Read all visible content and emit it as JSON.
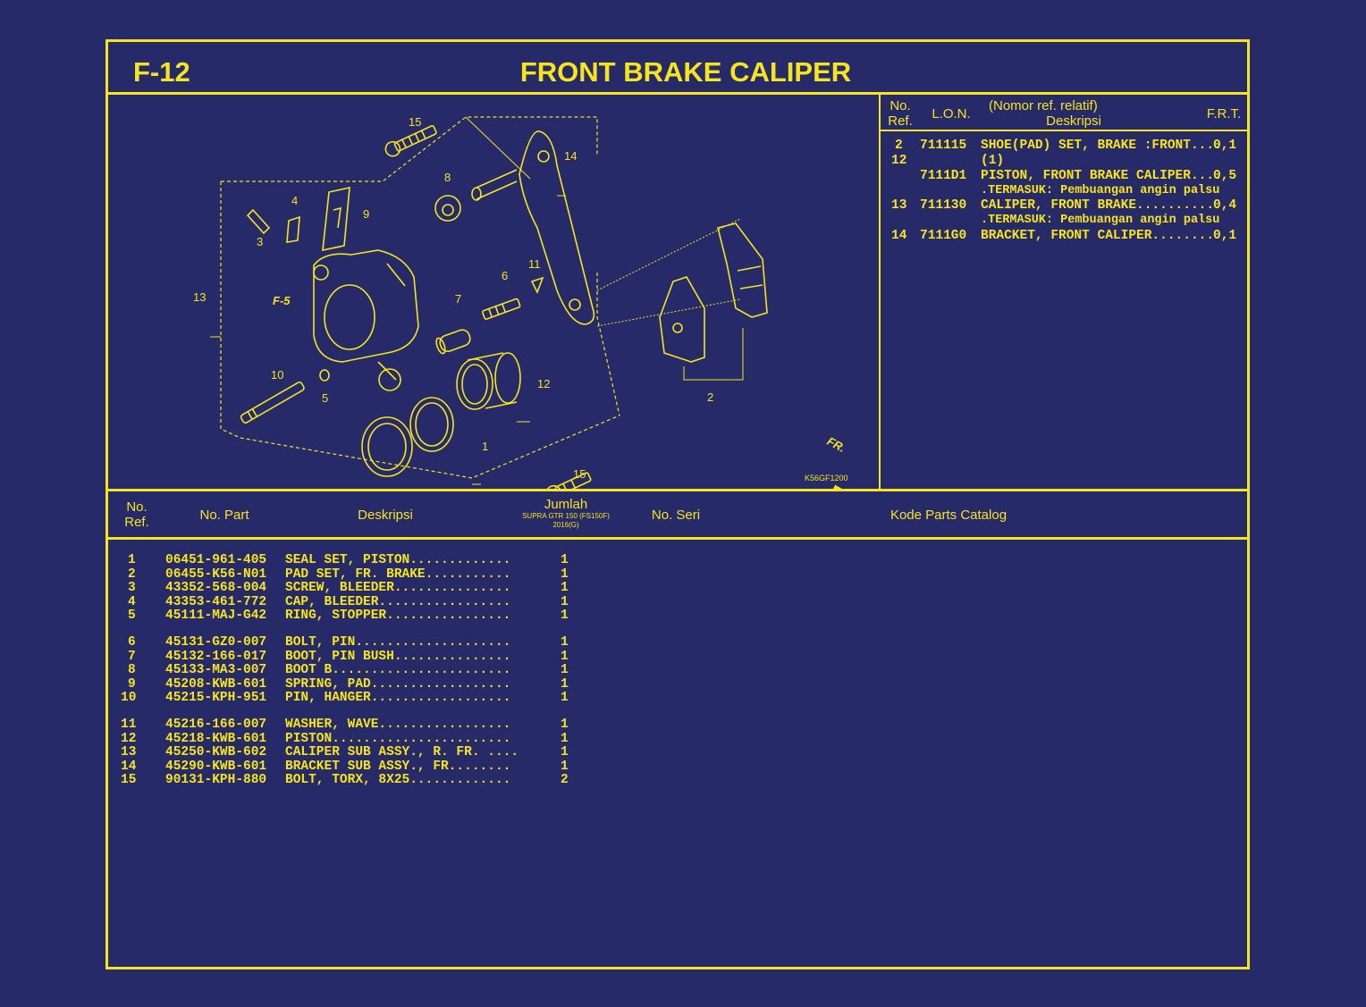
{
  "header": {
    "code": "F-12",
    "title": "FRONT BRAKE CALIPER"
  },
  "frt_table": {
    "headers": {
      "no_ref_line1": "No.",
      "no_ref_line2": "Ref.",
      "lon": "L.O.N.",
      "desc_line1": "(Nomor ref. relatif)",
      "desc_line2": "Deskripsi",
      "frt": "F.R.T."
    },
    "rows": [
      {
        "ref": "2",
        "lon": "711115",
        "desc": "SHOE(PAD) SET, BRAKE :FRONT....",
        "frt": "0,1"
      },
      {
        "ref": "12",
        "lon": "",
        "desc": "(1)",
        "frt": ""
      },
      {
        "ref": "",
        "lon": "7111D1",
        "desc": "PISTON, FRONT BRAKE CALIPER....",
        "frt": "0,5"
      },
      {
        "ref": "",
        "lon": "",
        "desc": ".TERMASUK: Pembuangan angin palsu",
        "frt": ""
      },
      {
        "ref": "13",
        "lon": "711130",
        "desc": "CALIPER, FRONT BRAKE..........",
        "frt": "0,4"
      },
      {
        "ref": "",
        "lon": "",
        "desc": ".TERMASUK: Pembuangan angin palsu",
        "frt": ""
      },
      {
        "ref": "14",
        "lon": "7111G0",
        "desc": "BRACKET, FRONT CALIPER........",
        "frt": "0,1"
      }
    ]
  },
  "diagram": {
    "labels": [
      "1",
      "2",
      "3",
      "4",
      "5",
      "6",
      "7",
      "8",
      "9",
      "10",
      "11",
      "12",
      "13",
      "14",
      "15",
      "15"
    ],
    "section_ref": "F-5",
    "direction": "FR.",
    "figure_code": "K56GF1200"
  },
  "parts_table": {
    "headers": {
      "no_ref_line1": "No.",
      "no_ref_line2": "Ref.",
      "part_no": "No. Part",
      "desc": "Deskripsi",
      "qty": "Jumlah",
      "model": "SUPRA GTR 150 (FS150F)",
      "year": "2016(G)",
      "serial": "No. Seri",
      "catalog": "Kode Parts Catalog"
    },
    "rows": [
      {
        "ref": "1",
        "part": "06451-961-405",
        "desc": "SEAL SET, PISTON.............",
        "qty": "1"
      },
      {
        "ref": "2",
        "part": "06455-K56-N01",
        "desc": "PAD SET, FR. BRAKE...........",
        "qty": "1"
      },
      {
        "ref": "3",
        "part": "43352-568-004",
        "desc": "SCREW, BLEEDER...............",
        "qty": "1"
      },
      {
        "ref": "4",
        "part": "43353-461-772",
        "desc": "CAP, BLEEDER.................",
        "qty": "1"
      },
      {
        "ref": "5",
        "part": "45111-MAJ-G42",
        "desc": "RING, STOPPER................",
        "qty": "1"
      },
      {
        "ref": "6",
        "part": "45131-GZ0-007",
        "desc": "BOLT, PIN....................",
        "qty": "1"
      },
      {
        "ref": "7",
        "part": "45132-166-017",
        "desc": "BOOT, PIN BUSH...............",
        "qty": "1"
      },
      {
        "ref": "8",
        "part": "45133-MA3-007",
        "desc": "BOOT B.......................",
        "qty": "1"
      },
      {
        "ref": "9",
        "part": "45208-KWB-601",
        "desc": "SPRING, PAD..................",
        "qty": "1"
      },
      {
        "ref": "10",
        "part": "45215-KPH-951",
        "desc": "PIN, HANGER..................",
        "qty": "1"
      },
      {
        "ref": "11",
        "part": "45216-166-007",
        "desc": "WASHER, WAVE.................",
        "qty": "1"
      },
      {
        "ref": "12",
        "part": "45218-KWB-601",
        "desc": "PISTON.......................",
        "qty": "1"
      },
      {
        "ref": "13",
        "part": "45250-KWB-602",
        "desc": "CALIPER SUB ASSY., R. FR. ....",
        "qty": "1"
      },
      {
        "ref": "14",
        "part": "45290-KWB-601",
        "desc": "BRACKET SUB ASSY., FR........",
        "qty": "1"
      },
      {
        "ref": "15",
        "part": "90131-KPH-880",
        "desc": "BOLT, TORX, 8X25.............",
        "qty": "2"
      }
    ]
  },
  "colors": {
    "background": "#272a68",
    "line": "#f6e41c"
  }
}
